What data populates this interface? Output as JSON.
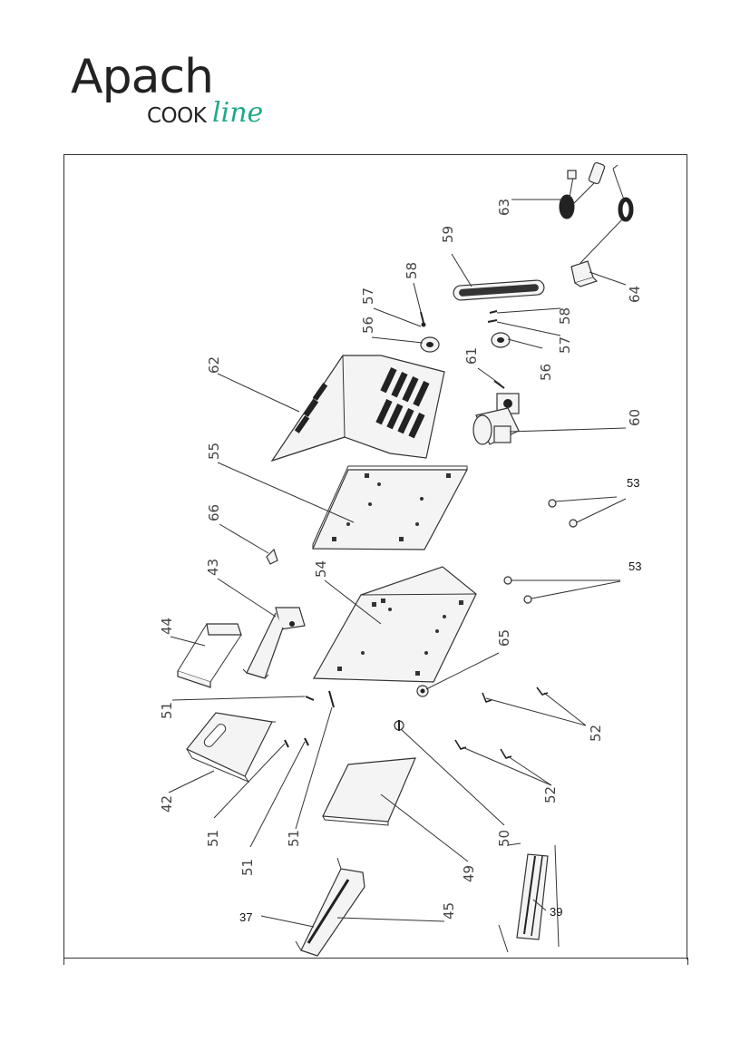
{
  "logo": {
    "brand": "Apach",
    "sub": "COOK",
    "script": "line"
  },
  "labels": [
    {
      "id": "63",
      "text": "63"
    },
    {
      "id": "59",
      "text": "59"
    },
    {
      "id": "58a",
      "text": "58"
    },
    {
      "id": "57a",
      "text": "57"
    },
    {
      "id": "56a",
      "text": "56"
    },
    {
      "id": "64",
      "text": "64"
    },
    {
      "id": "58b",
      "text": "58"
    },
    {
      "id": "57b",
      "text": "57"
    },
    {
      "id": "56b",
      "text": "56"
    },
    {
      "id": "61",
      "text": "61"
    },
    {
      "id": "62",
      "text": "62"
    },
    {
      "id": "60",
      "text": "60"
    },
    {
      "id": "55",
      "text": "55"
    },
    {
      "id": "53a",
      "text": "53"
    },
    {
      "id": "66",
      "text": "66"
    },
    {
      "id": "53b",
      "text": "53"
    },
    {
      "id": "43",
      "text": "43"
    },
    {
      "id": "54",
      "text": "54"
    },
    {
      "id": "44",
      "text": "44"
    },
    {
      "id": "65",
      "text": "65"
    },
    {
      "id": "51a",
      "text": "51"
    },
    {
      "id": "52a",
      "text": "52"
    },
    {
      "id": "42",
      "text": "42"
    },
    {
      "id": "52b",
      "text": "52"
    },
    {
      "id": "51b",
      "text": "51"
    },
    {
      "id": "51c",
      "text": "51"
    },
    {
      "id": "51d",
      "text": "51"
    },
    {
      "id": "50",
      "text": "50"
    },
    {
      "id": "49",
      "text": "49"
    },
    {
      "id": "45",
      "text": "45"
    },
    {
      "id": "37",
      "text": "37"
    },
    {
      "id": "39",
      "text": "39"
    }
  ]
}
